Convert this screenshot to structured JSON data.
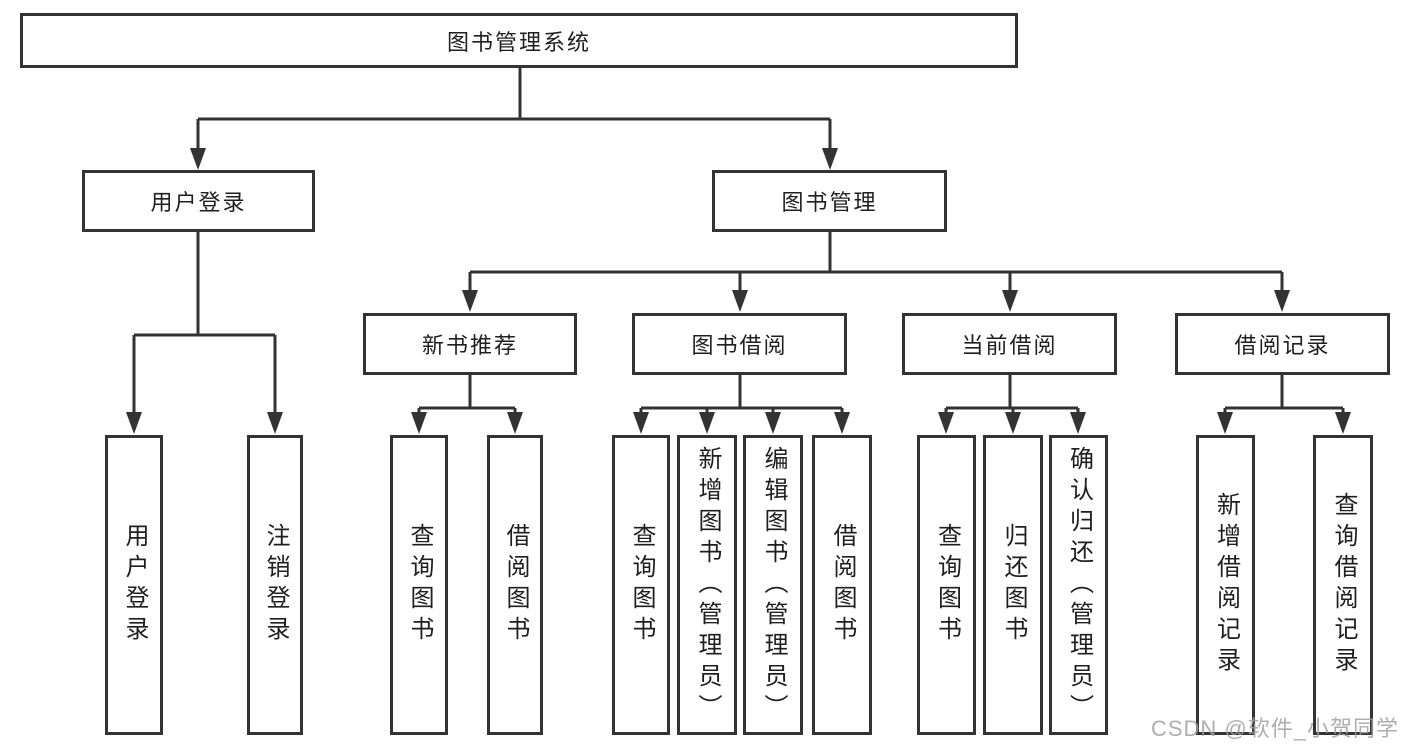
{
  "tree": {
    "label": "图书管理系统",
    "children": [
      {
        "label": "用户登录",
        "children": [
          {
            "label": "用户登录"
          },
          {
            "label": "注销登录"
          }
        ]
      },
      {
        "label": "图书管理",
        "children": [
          {
            "label": "新书推荐",
            "children": [
              {
                "label": "查询图书"
              },
              {
                "label": "借阅图书"
              }
            ]
          },
          {
            "label": "图书借阅",
            "children": [
              {
                "label": "查询图书"
              },
              {
                "label": "新增图书（管理员）"
              },
              {
                "label": "编辑图书（管理员）"
              },
              {
                "label": "借阅图书"
              }
            ]
          },
          {
            "label": "当前借阅",
            "children": [
              {
                "label": "查询图书"
              },
              {
                "label": "归还图书"
              },
              {
                "label": "确认归还（管理员）"
              }
            ]
          },
          {
            "label": "借阅记录",
            "children": [
              {
                "label": "新增借阅记录"
              },
              {
                "label": "查询借阅记录"
              }
            ]
          }
        ]
      }
    ]
  },
  "watermark": {
    "text": "CSDN @软件_小贺同学"
  },
  "colors": {
    "line": "#333333",
    "border": "#333333",
    "text": "#1f1f1f",
    "background": "#ffffff",
    "watermark": "#a0a0a0"
  }
}
